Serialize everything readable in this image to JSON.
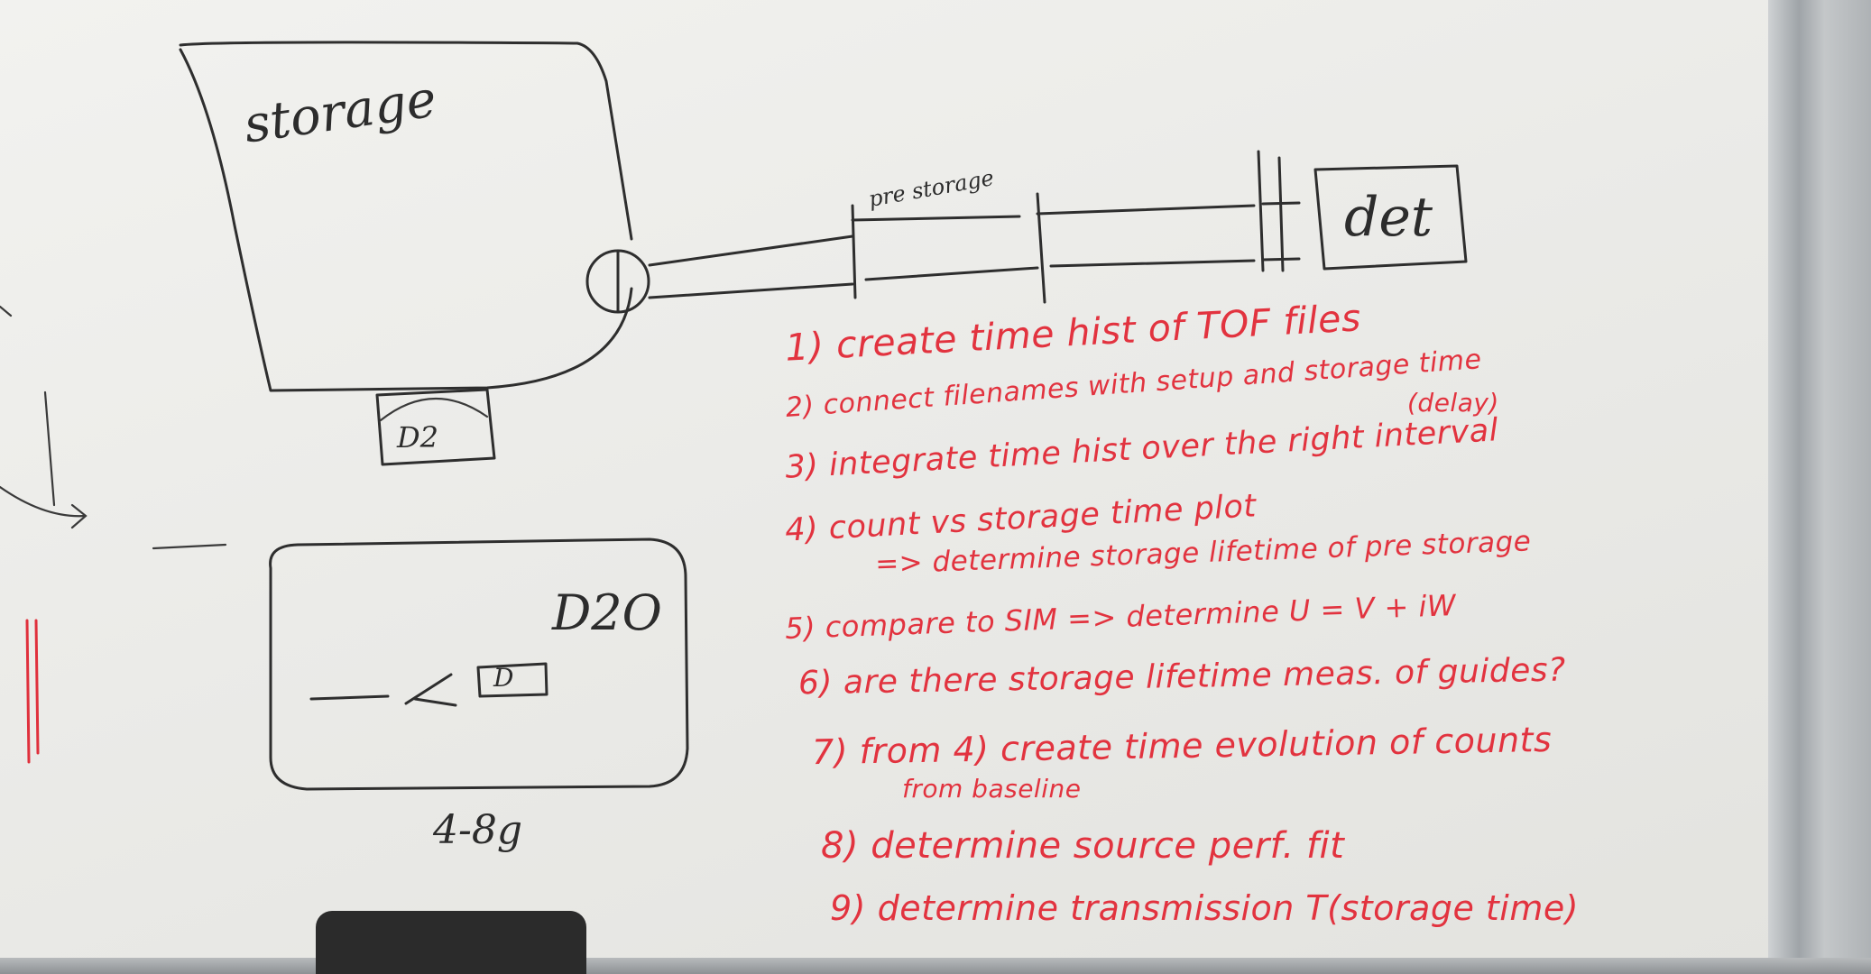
{
  "sketch_labels": {
    "storage": "storage",
    "pre_storage": "pre storage",
    "det": "det",
    "d2": "D2",
    "d2o": "D2O",
    "d_box": "D",
    "range": "4-8g"
  },
  "todo_list": [
    {
      "text": "1) create time hist of TOF files"
    },
    {
      "text": "2) connect filenames with setup and storage time"
    },
    {
      "text": "3) integrate time hist over the right interval"
    },
    {
      "text": "(delay)"
    },
    {
      "text": "4) count vs storage time plot"
    },
    {
      "text": "=> determine storage lifetime of pre storage"
    },
    {
      "text": "5) compare to SIM => determine U = V + iW"
    },
    {
      "text": "6) are there storage lifetime meas. of guides?"
    },
    {
      "text": "7) from 4) create time evolution of counts"
    },
    {
      "text": "from baseline"
    },
    {
      "text": "8) determine source perf. fit"
    },
    {
      "text": "9) determine transmission T(storage time)"
    }
  ],
  "colors": {
    "marker_black": "#2e2e2e",
    "marker_red": "#e2333f",
    "board": "#eeeeeb"
  }
}
